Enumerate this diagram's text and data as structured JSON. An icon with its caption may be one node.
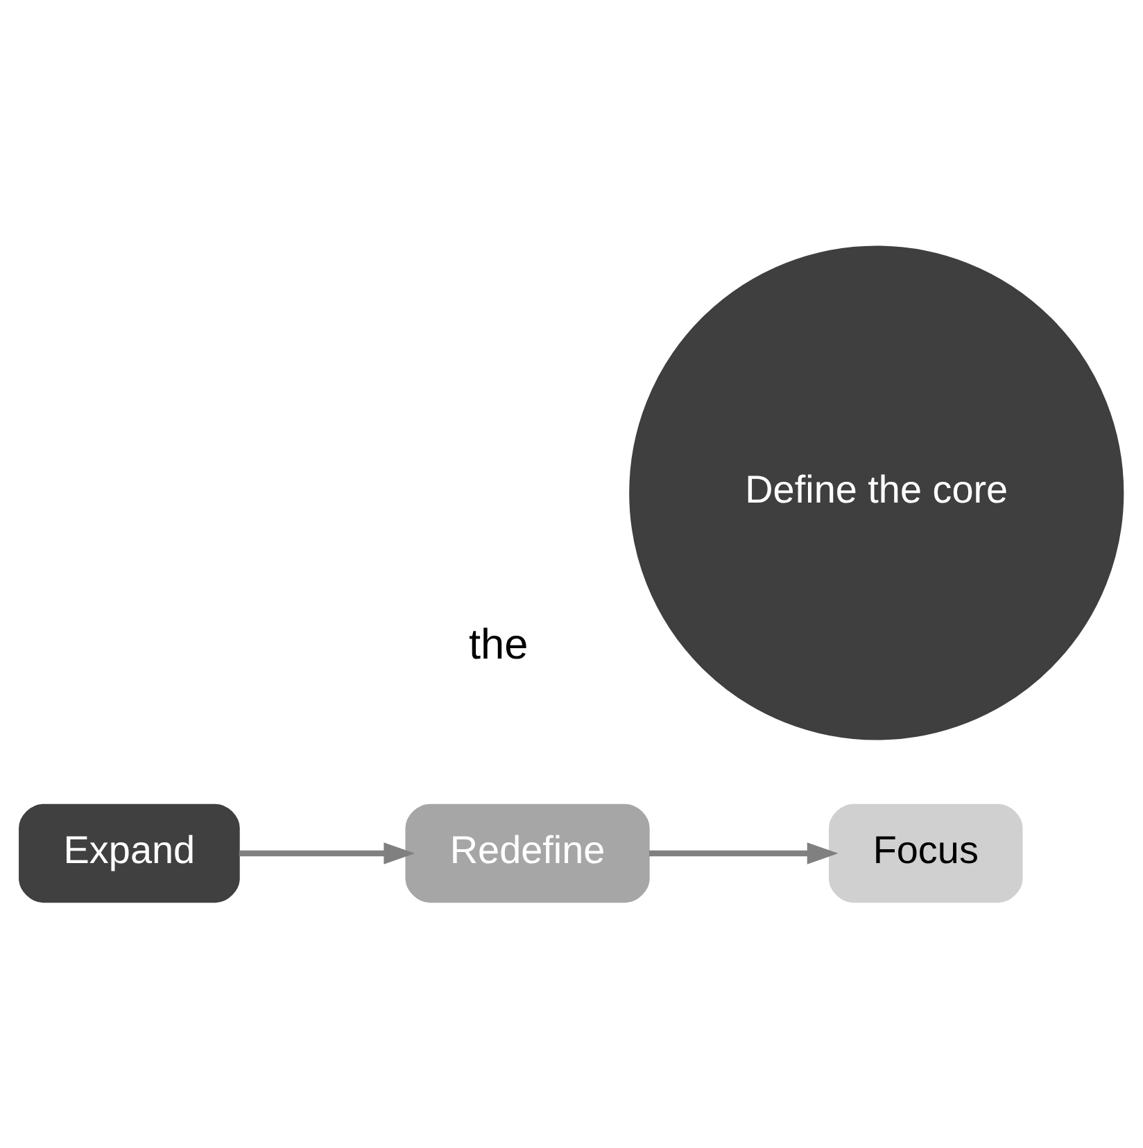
{
  "diagram": {
    "nodes": [
      {
        "text": [
          "Redefine"
        ]
      },
      {
        "text": [
          "Focus"
        ]
      },
      {
        "text": [
          "Define the core"
        ]
      },
      {
        "text": [
          "Expand"
        ]
      }
    ],
    "edges": [
      {
        "from": 0,
        "to": 1,
        "arrow": "to"
      },
      {
        "from": 3,
        "to": 0,
        "arrow": "to"
      }
    ],
    "labels": [
      "the"
    ]
  }
}
